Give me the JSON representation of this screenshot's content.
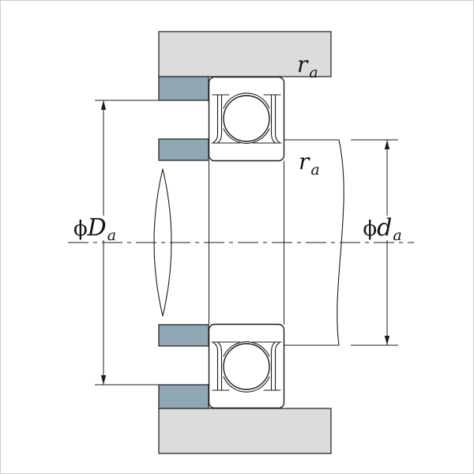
{
  "labels": {
    "fillet_top": {
      "symbol": "r",
      "subscript": "a"
    },
    "fillet_bottom": {
      "symbol": "r",
      "subscript": "a"
    },
    "housing_shoulder_dia": {
      "prefix": "ϕ",
      "symbol": "D",
      "subscript": "a"
    },
    "shaft_shoulder_dia": {
      "prefix": "ϕ",
      "symbol": "d",
      "subscript": "a"
    }
  },
  "colors": {
    "housing_fill": "#dcdcdc",
    "shoulder_fill": "#8fa7b2",
    "line": "#1c1c1c",
    "background": "#ffffff"
  }
}
